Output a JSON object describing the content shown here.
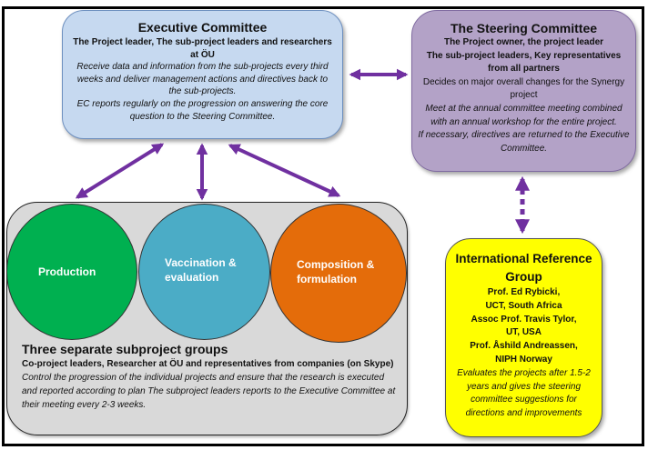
{
  "colors": {
    "executive_fill": "#c6d9f0",
    "steering_fill": "#b3a2c7",
    "reference_fill": "#ffff00",
    "subproject_fill": "#d9d9d9",
    "production": "#00b050",
    "vaccination": "#4bacc6",
    "composition": "#e46c0a",
    "arrow": "#7030a0"
  },
  "executive": {
    "title": "Executive Committee",
    "members": "The Project leader, The sub-project leaders and researchers at ÖU",
    "duty1": "Receive data and information from the sub-projects every third weeks and deliver management actions and directives back to the sub-projects.",
    "duty2": "EC reports regularly on the progression on answering the core question to the Steering Committee."
  },
  "steering": {
    "title": "The Steering Committee",
    "members1": "The Project owner, the project leader",
    "members2": "The sub-project leaders, Key representatives from all partners",
    "decides": "Decides on major overall changes for the Synergy project",
    "meets": "Meet at the annual committee meeting combined with an annual workshop for the entire project.",
    "directives": "If necessary, directives are returned to the Executive Committee."
  },
  "reference": {
    "title": "International Reference Group",
    "members": [
      "Prof. Ed Rybicki,",
      "UCT, South Africa",
      "Assoc Prof. Travis Tylor,",
      "UT, USA",
      "Prof. Åshild Andreassen,",
      "NIPH Norway"
    ],
    "duty": "Evaluates the projects after 1.5-2 years and gives the steering committee suggestions for directions and improvements"
  },
  "subprojects": {
    "circles": [
      {
        "label_line1": "Production",
        "label_line2": ""
      },
      {
        "label_line1": "Vaccination &",
        "label_line2": "evaluation"
      },
      {
        "label_line1": "Composition &",
        "label_line2": "formulation"
      }
    ],
    "title": "Three separate subproject groups",
    "members": "Co-project leaders, Researcher at ÖU and representatives from companies (on Skype)",
    "duty": "Control the progression of the individual projects and ensure that the research is executed and reported according to plan The subproject leaders reports to the Executive Committee at their meeting every 2-3 weeks."
  }
}
